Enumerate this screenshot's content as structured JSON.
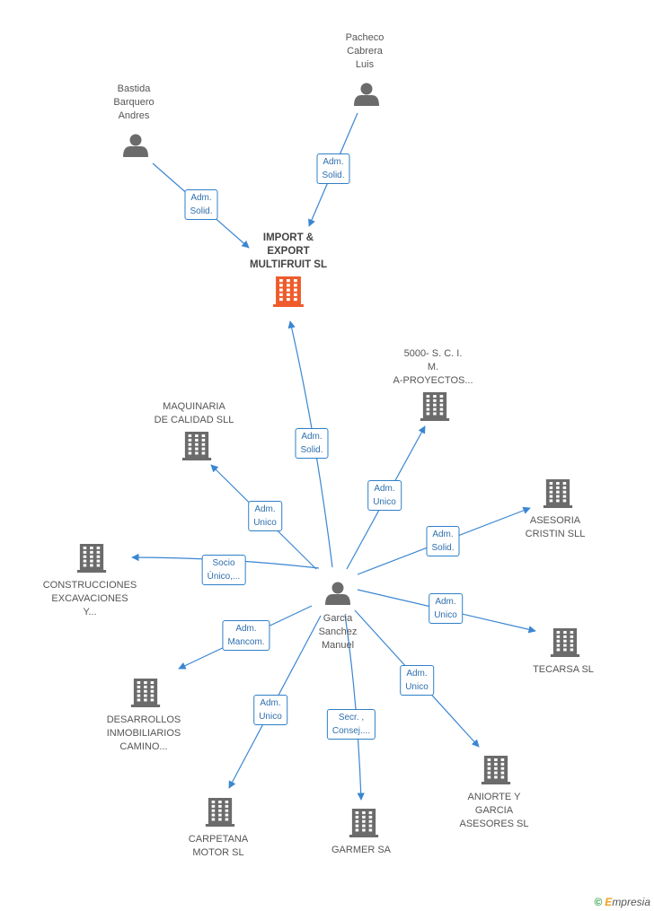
{
  "colors": {
    "edge": "#3a86d2",
    "focus_building": "#ef5b2b",
    "building": "#6b6b6b",
    "person": "#6b6b6b"
  },
  "nodes": [
    {
      "id": "focus",
      "type": "building",
      "focus": true,
      "lines": [
        "IMPORT &",
        "EXPORT",
        "MULTIFRUIT SL"
      ]
    },
    {
      "id": "pacheco",
      "type": "person",
      "lines": [
        "Pacheco",
        "Cabrera",
        "Luis"
      ]
    },
    {
      "id": "bastida",
      "type": "person",
      "lines": [
        "Bastida",
        "Barquero",
        "Andres"
      ]
    },
    {
      "id": "garcia",
      "type": "person",
      "lines": [
        "Garcia",
        "Sanchez",
        "Manuel"
      ]
    },
    {
      "id": "s5000",
      "type": "building",
      "lines": [
        "5000- S.  C. I.",
        "M.",
        "A-PROYECTOS..."
      ]
    },
    {
      "id": "maquinaria",
      "type": "building",
      "lines": [
        "MAQUINARIA",
        "DE CALIDAD SLL"
      ]
    },
    {
      "id": "asesoria",
      "type": "building",
      "lines": [
        "ASESORIA",
        "CRISTIN SLL"
      ]
    },
    {
      "id": "construcciones",
      "type": "building",
      "lines": [
        "CONSTRUCCIONES",
        "EXCAVACIONES",
        "Y..."
      ]
    },
    {
      "id": "tecarsa",
      "type": "building",
      "lines": [
        "TECARSA SL"
      ]
    },
    {
      "id": "desarrollos",
      "type": "building",
      "lines": [
        "DESARROLLOS",
        "INMOBILIARIOS",
        "CAMINO..."
      ]
    },
    {
      "id": "aniorte",
      "type": "building",
      "lines": [
        "ANIORTE Y",
        "GARCIA",
        "ASESORES SL"
      ]
    },
    {
      "id": "carpetana",
      "type": "building",
      "lines": [
        "CARPETANA",
        "MOTOR SL"
      ]
    },
    {
      "id": "garmer",
      "type": "building",
      "lines": [
        "GARMER SA"
      ]
    }
  ],
  "edges": [
    {
      "from": "pacheco",
      "to": "focus",
      "label": [
        "Adm.",
        "Solid."
      ]
    },
    {
      "from": "bastida",
      "to": "focus",
      "label": [
        "Adm.",
        "Solid."
      ]
    },
    {
      "from": "garcia",
      "to": "focus",
      "label": [
        "Adm.",
        "Solid."
      ]
    },
    {
      "from": "garcia",
      "to": "s5000",
      "label": [
        "Adm.",
        "Unico"
      ]
    },
    {
      "from": "garcia",
      "to": "maquinaria",
      "label": [
        "Adm.",
        "Unico"
      ]
    },
    {
      "from": "garcia",
      "to": "asesoria",
      "label": [
        "Adm.",
        "Solid."
      ]
    },
    {
      "from": "garcia",
      "to": "construcciones",
      "label": [
        "Socio",
        "Único,..."
      ]
    },
    {
      "from": "garcia",
      "to": "tecarsa",
      "label": [
        "Adm.",
        "Unico"
      ]
    },
    {
      "from": "garcia",
      "to": "desarrollos",
      "label": [
        "Adm.",
        "Mancom."
      ]
    },
    {
      "from": "garcia",
      "to": "aniorte",
      "label": [
        "Adm.",
        "Unico"
      ]
    },
    {
      "from": "garcia",
      "to": "carpetana",
      "label": [
        "Adm.",
        "Unico"
      ]
    },
    {
      "from": "garcia",
      "to": "garmer",
      "label": [
        "Secr. ,",
        "Consej...."
      ]
    }
  ],
  "brand": {
    "symbol": "©",
    "first_letter": "E",
    "rest": "mpresia"
  }
}
